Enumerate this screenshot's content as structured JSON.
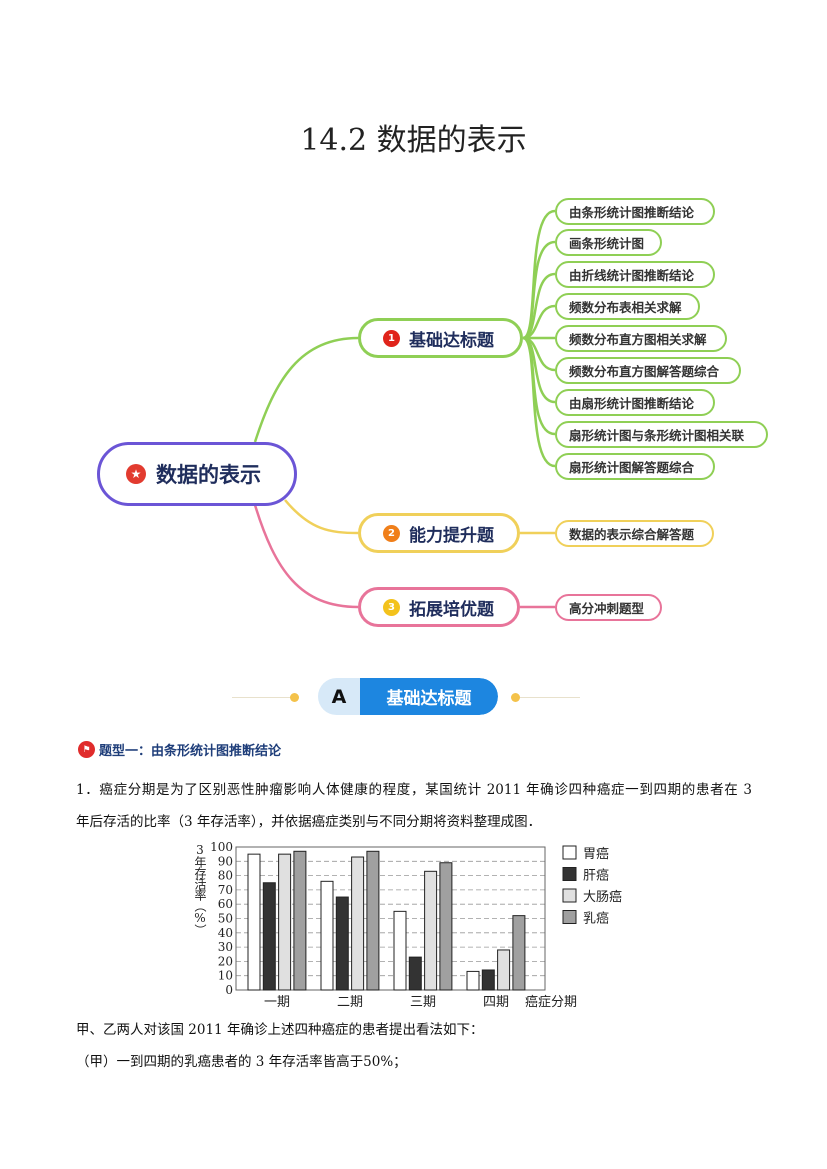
{
  "title": "14.2 数据的表示",
  "mindmap": {
    "center": "数据的表示",
    "branches": [
      {
        "num": "1",
        "label": "基础达标题",
        "color": "#8fcf55",
        "leaves": [
          "由条形统计图推断结论",
          "画条形统计图",
          "由折线统计图推断结论",
          "频数分布表相关求解",
          "频数分布直方图相关求解",
          "频数分布直方图解答题综合",
          "由扇形统计图推断结论",
          "扇形统计图与条形统计图相关联",
          "扇形统计图解答题综合"
        ]
      },
      {
        "num": "2",
        "label": "能力提升题",
        "color": "#f0d05a",
        "leaves": [
          "数据的表示综合解答题"
        ]
      },
      {
        "num": "3",
        "label": "拓展培优题",
        "color": "#e8749a",
        "leaves": [
          "高分冲刺题型"
        ]
      }
    ]
  },
  "section": {
    "letter": "A",
    "label": "基础达标题"
  },
  "question_type": "题型一：由条形统计图推断结论",
  "question": {
    "line1": "1．癌症分期是为了区别恶性肿瘤影响人体健康的程度，某国统计 2011 年确诊四种癌症一到四期的患者在 3",
    "line2": "年后存活的比率（3 年存活率），并依据癌症类别与不同分期将资料整理成图．",
    "line3": "甲、乙两人对该国 2011 年确诊上述四种癌症的患者提出看法如下：",
    "line4": "（甲）一到四期的乳癌患者的 3 年存活率皆高于50%；"
  },
  "chart_data": {
    "type": "bar",
    "categories": [
      "一期",
      "二期",
      "三期",
      "四期"
    ],
    "xlabel": "癌症分期",
    "ylabel": "3年存活率（%）",
    "ylim": [
      0,
      100
    ],
    "yticks": [
      "0",
      "10",
      "20",
      "30",
      "40",
      "50",
      "60",
      "70",
      "80",
      "90",
      "100"
    ],
    "grid": true,
    "legend_position": "right",
    "series": [
      {
        "name": "胃癌",
        "color": "#ffffff",
        "values": [
          95,
          76,
          55,
          13
        ]
      },
      {
        "name": "肝癌",
        "color": "#333333",
        "values": [
          75,
          65,
          23,
          14
        ]
      },
      {
        "name": "大肠癌",
        "color": "#e0e0e0",
        "values": [
          95,
          93,
          83,
          28
        ]
      },
      {
        "name": "乳癌",
        "color": "#a0a0a0",
        "values": [
          97,
          97,
          89,
          52
        ]
      }
    ]
  }
}
